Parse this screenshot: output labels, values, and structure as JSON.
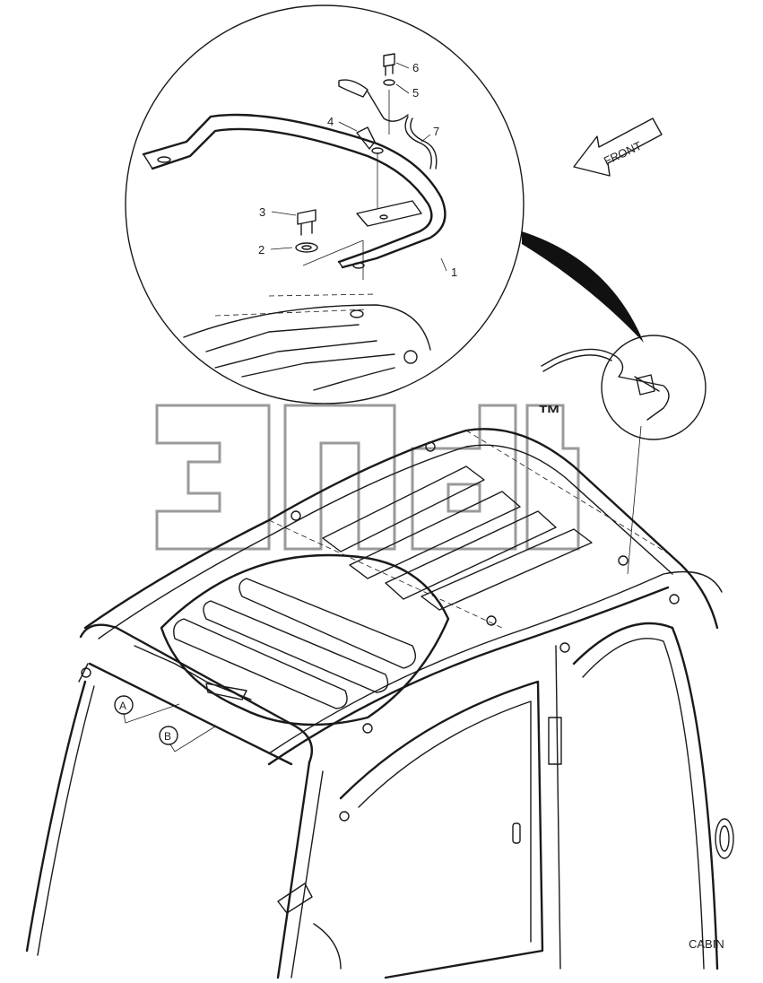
{
  "diagram": {
    "watermark": {
      "text": "эпсb",
      "mark": "™"
    },
    "front_label": "FRONT",
    "callouts": [
      "1",
      "2",
      "3",
      "4",
      "5",
      "6",
      "7"
    ],
    "view_refs": [
      "A",
      "B"
    ],
    "section_label": "CABIN",
    "colors": {
      "line": "#1a1a1a",
      "watermark": "#9a9a9a",
      "background": "#ffffff"
    }
  }
}
